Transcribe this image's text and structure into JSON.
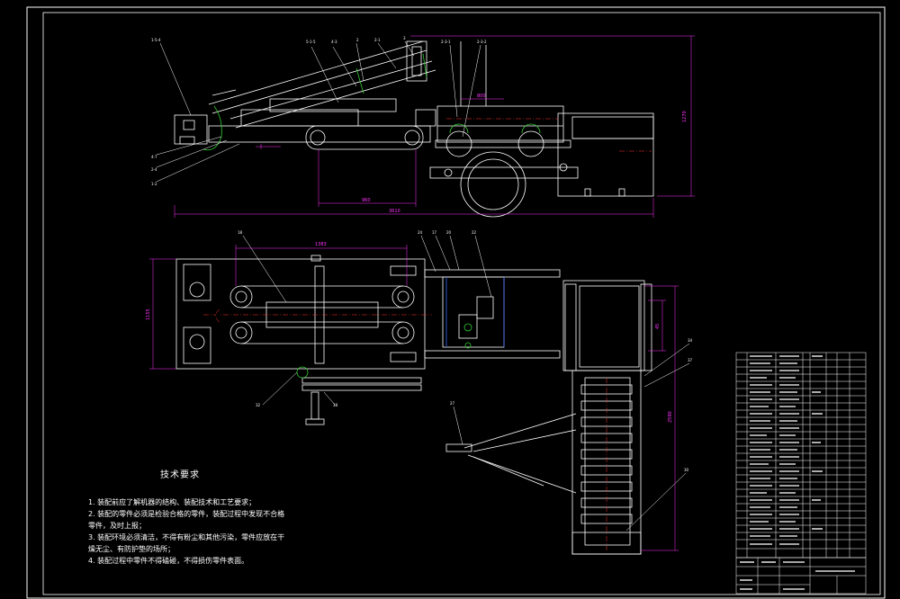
{
  "colors": {
    "background": "#000000",
    "outline": "#ffffff",
    "dimension": "#ff33ff",
    "center_line": "#ff3333",
    "accent_green": "#33cc33",
    "accent_blue": "#3366ff"
  },
  "technical_requirements": {
    "title": "技术要求",
    "items": [
      "1. 装配前应了解机器的结构、装配技术和工艺要求；",
      "2. 装配的零件必须是检验合格的零件，装配过程中发现不合格",
      "零件，及时上报；",
      "3. 装配环境必须清洁，不得有粉尘和其他污染，零件应放在干",
      "燥无尘、有防护垫的场所；",
      "4. 装配过程中零件不得磕碰，不得损伤零件表面。"
    ]
  },
  "dimensions": {
    "side_total_length": "3610",
    "side_height": "1270",
    "side_track_length": "960",
    "side_offset": "800",
    "plan_frame_length": "1383",
    "plan_frame_width": "1155",
    "plan_conveyor_length": "2590",
    "plan_detail": "45"
  }
}
